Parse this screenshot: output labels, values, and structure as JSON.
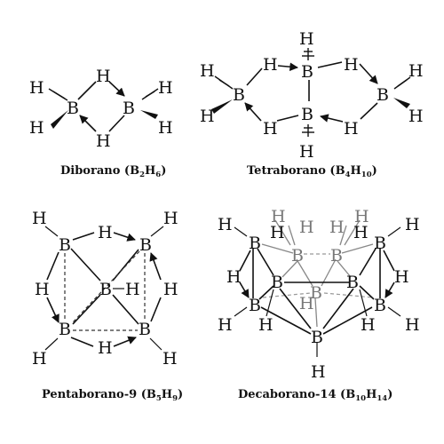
{
  "atoms": {
    "boron": "B",
    "hydrogen": "H"
  },
  "molecules": [
    {
      "id": "diborane",
      "name": "Diborano",
      "formula": [
        {
          "t": "B"
        },
        {
          "s": "2"
        },
        {
          "t": "H"
        },
        {
          "s": "6"
        }
      ]
    },
    {
      "id": "tetraborane",
      "name": "Tetraborano",
      "formula": [
        {
          "t": "B"
        },
        {
          "s": "4"
        },
        {
          "t": "H"
        },
        {
          "s": "10"
        }
      ]
    },
    {
      "id": "pentaborane",
      "name": "Pentaborano-9",
      "formula": [
        {
          "t": "B"
        },
        {
          "s": "5"
        },
        {
          "t": "H"
        },
        {
          "s": "9"
        }
      ]
    },
    {
      "id": "decaborane",
      "name": "Decaborano-14",
      "formula": [
        {
          "t": "B"
        },
        {
          "s": "10"
        },
        {
          "t": "H"
        },
        {
          "s": "14"
        }
      ]
    }
  ],
  "colors": {
    "ink": "#111111",
    "grey_bonds": "#888888",
    "background": "#ffffff"
  }
}
